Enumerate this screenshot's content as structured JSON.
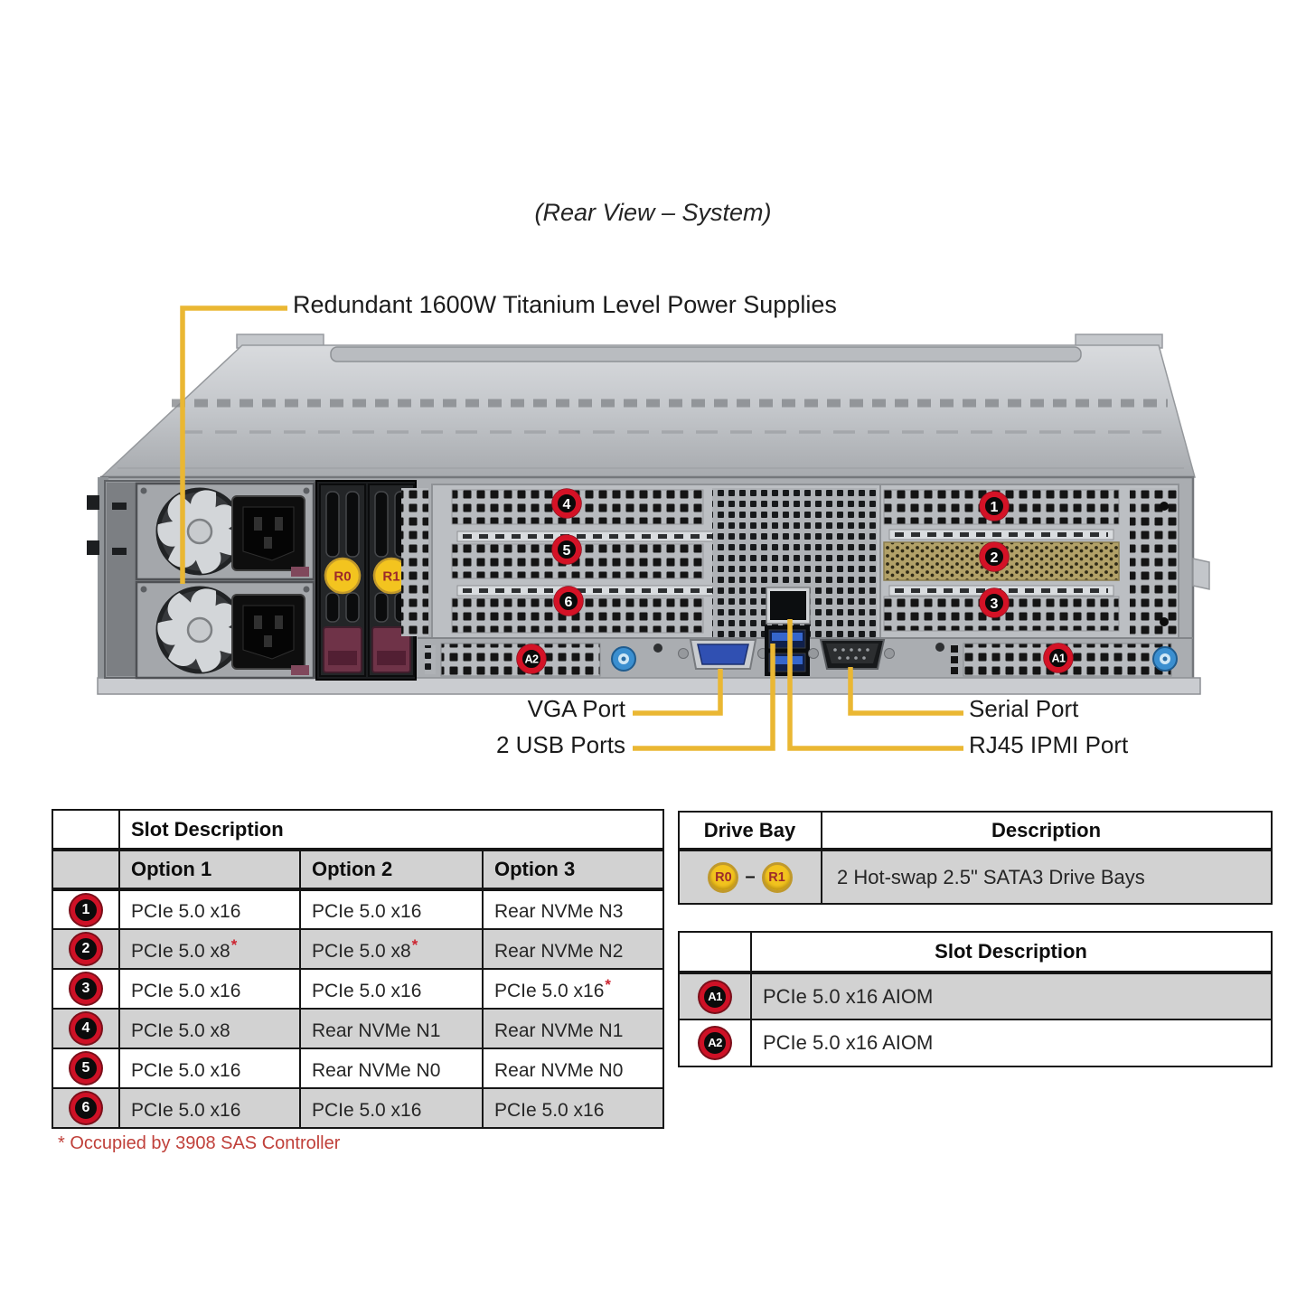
{
  "title": "(Rear View – System)",
  "annotations": {
    "psu": "Redundant 1600W Titanium Level Power Supplies",
    "vga": "VGA Port",
    "usb": "2 USB Ports",
    "serial": "Serial Port",
    "rj45": "RJ45 IPMI Port"
  },
  "server_badges": {
    "s1": "1",
    "s2": "2",
    "s3": "3",
    "s4": "4",
    "s5": "5",
    "s6": "6",
    "a1": "A1",
    "a2": "A2",
    "r0": "R0",
    "r1": "R1"
  },
  "slot_table": {
    "title": "Slot Description",
    "columns": [
      "Option 1",
      "Option 2",
      "Option 3"
    ],
    "rows": [
      {
        "id": "1",
        "option1": "PCIe 5.0 x16",
        "option2": "PCIe 5.0 x16",
        "option3": "Rear NVMe N3"
      },
      {
        "id": "2",
        "option1": "PCIe 5.0 x8",
        "option1_star": "*",
        "option2": "PCIe 5.0 x8",
        "option2_star": "*",
        "option3": "Rear NVMe N2"
      },
      {
        "id": "3",
        "option1": "PCIe 5.0 x16",
        "option2": "PCIe 5.0 x16",
        "option3": "PCIe 5.0 x16",
        "option3_star": "*"
      },
      {
        "id": "4",
        "option1": "PCIe 5.0 x8",
        "option2": "Rear NVMe N1",
        "option3": "Rear NVMe N1"
      },
      {
        "id": "5",
        "option1": "PCIe 5.0 x16",
        "option2": "Rear NVMe N0",
        "option3": "Rear NVMe N0"
      },
      {
        "id": "6",
        "option1": "PCIe 5.0 x16",
        "option2": "PCIe 5.0 x16",
        "option3": "PCIe 5.0 x16"
      }
    ],
    "footnote": "* Occupied by 3908 SAS Controller"
  },
  "drive_table": {
    "columns": [
      "Drive Bay",
      "Description"
    ],
    "row": {
      "bay_start": "R0",
      "dash": "–",
      "bay_end": "R1",
      "description": "2 Hot-swap 2.5\" SATA3 Drive Bays"
    }
  },
  "aiom_table": {
    "title": "Slot Description",
    "rows": [
      {
        "id": "A1",
        "description": "PCIe 5.0 x16 AIOM"
      },
      {
        "id": "A2",
        "description": "PCIe 5.0 x16 AIOM"
      }
    ]
  },
  "colors": {
    "callout_ring_red": "#ce1126",
    "badge_yellow": "#f2c31e",
    "callout_line_yellow": "#eab733",
    "footnote_red": "#c0403a",
    "table_row_gray": "#d2d2d2"
  }
}
